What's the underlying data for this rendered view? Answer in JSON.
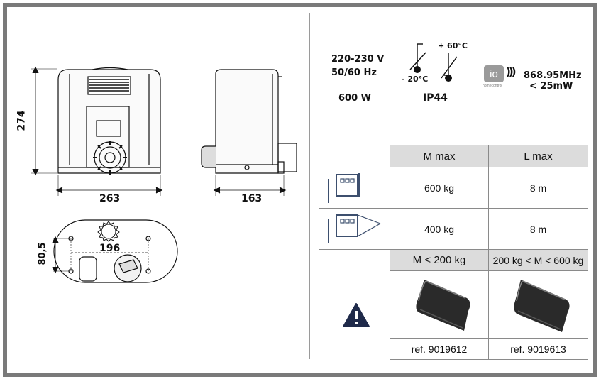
{
  "drawings": {
    "height_dim": "274",
    "width_front_dim": "263",
    "depth_side_dim": "163",
    "base_width_dim": "196",
    "base_depth_dim": "80,5"
  },
  "specs": {
    "voltage": "220-230 V",
    "frequency": "50/60 Hz",
    "power": "600 W",
    "temp_min": "- 20°C",
    "temp_max": "+ 60°C",
    "ip_rating": "IP44",
    "radio_freq": "868.95MHz",
    "radio_power": "< 25mW",
    "io_logo": "io",
    "io_brand": "homecontrol"
  },
  "table": {
    "header_col1": "M max",
    "header_col2": "L max",
    "rows": [
      {
        "icon": "sliding-gate-icon",
        "m_max": "600 kg",
        "l_max": "8 m"
      },
      {
        "icon": "sliding-gate-wind-icon",
        "m_max": "400 kg",
        "l_max": "8 m"
      }
    ],
    "rack_header_col1": "M < 200 kg",
    "rack_header_col2": "200 kg < M < 600 kg",
    "ref_col1": "ref. 9019612",
    "ref_col2": "ref. 9019613",
    "warning_icon": "warning-icon"
  },
  "colors": {
    "frame": "#7a7a7a",
    "header_bg": "#dcdcdc",
    "icon_blue": "#3d4f6e",
    "warning_navy": "#1f2a4a"
  }
}
